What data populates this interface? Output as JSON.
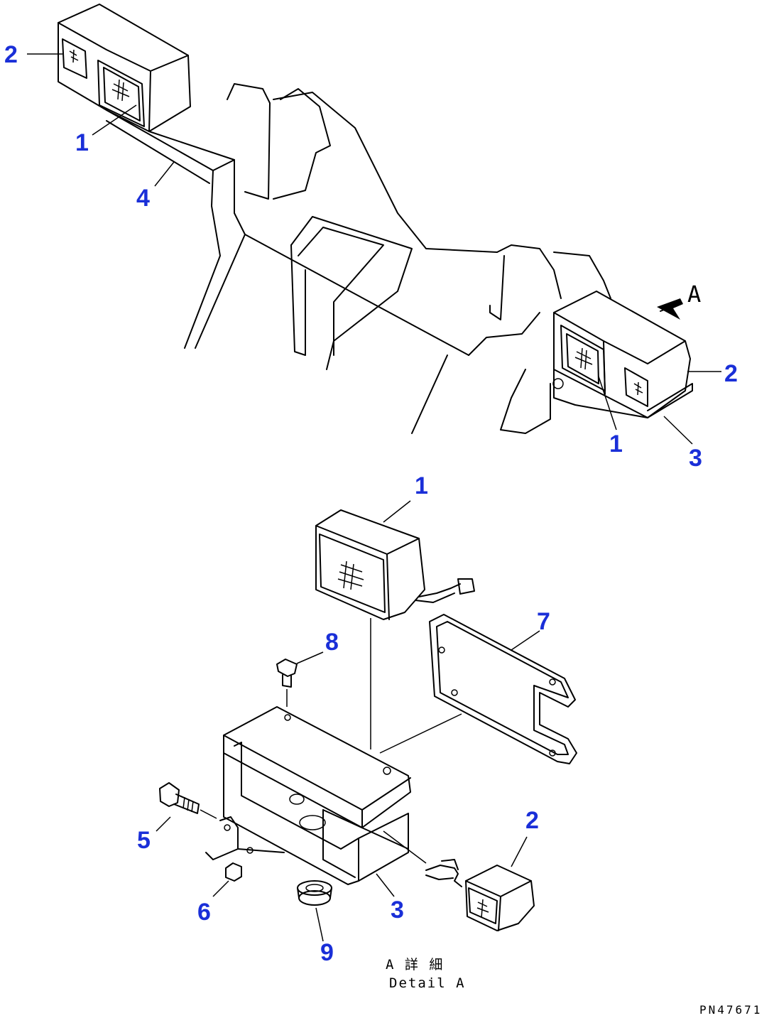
{
  "callouts": {
    "top_left_2": "2",
    "top_left_1": "1",
    "top_left_4": "4",
    "top_right_2": "2",
    "top_right_1": "1",
    "top_right_3": "3",
    "detail_1": "1",
    "detail_7": "7",
    "detail_8": "8",
    "detail_2": "2",
    "detail_5": "5",
    "detail_6": "6",
    "detail_3": "3",
    "detail_9": "9"
  },
  "view_arrow_label": "A",
  "detail_caption": {
    "japanese": "A 詳 細",
    "english": "Detail A"
  },
  "drawing_code": "PN47671"
}
